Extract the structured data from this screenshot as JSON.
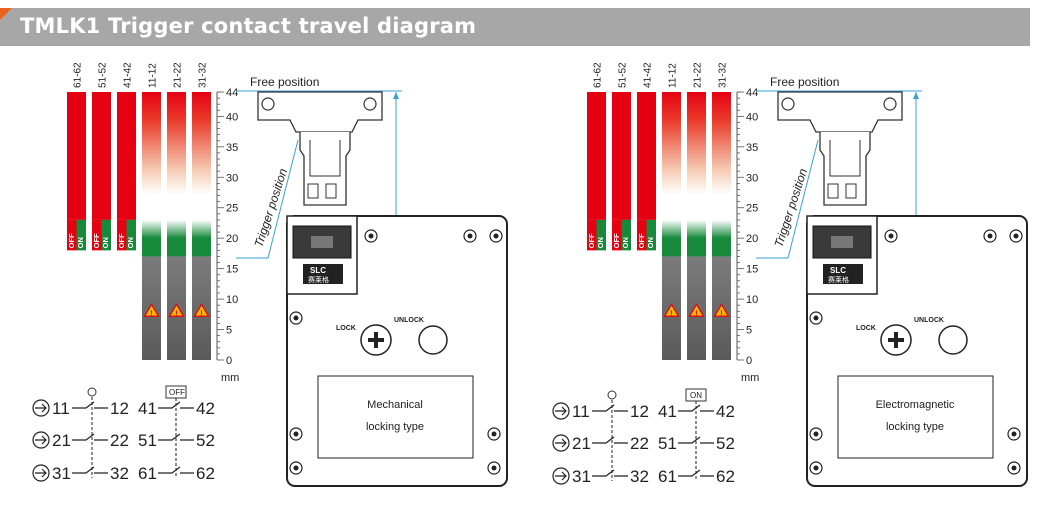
{
  "header": {
    "title": "TMLK1 Trigger contact travel diagram"
  },
  "scale": {
    "ticks": [
      "0",
      "5",
      "10",
      "15",
      "20",
      "25",
      "30",
      "35",
      "40",
      "44"
    ],
    "unit": "mm"
  },
  "labels": {
    "free_position": "Free position",
    "trigger_position": "Trigger position",
    "off": "OFF",
    "on": "ON"
  },
  "device": {
    "brand": "SLC",
    "brand_cn": "赛莱格",
    "lock": "LOCK",
    "unlock": "UNLOCK"
  },
  "diagrams": [
    {
      "columns": [
        "61-62",
        "51-52",
        "41-42",
        "11-12",
        "21-22",
        "31-32"
      ],
      "locking_type_line1": "Mechanical",
      "locking_type_line2": "locking type",
      "state_marker": "OFF",
      "circuits": [
        {
          "a": "11",
          "b": "12",
          "c": "41",
          "d": "42"
        },
        {
          "a": "21",
          "b": "22",
          "c": "51",
          "d": "52"
        },
        {
          "a": "31",
          "b": "32",
          "c": "61",
          "d": "62"
        }
      ]
    },
    {
      "columns": [
        "61-62",
        "51-52",
        "41-42",
        "11-12",
        "21-22",
        "31-32"
      ],
      "locking_type_line1": "Electromagnetic",
      "locking_type_line2": "locking type",
      "state_marker": "ON",
      "circuits": [
        {
          "a": "11",
          "b": "12",
          "c": "41",
          "d": "42"
        },
        {
          "a": "21",
          "b": "22",
          "c": "51",
          "d": "52"
        },
        {
          "a": "31",
          "b": "32",
          "c": "61",
          "d": "62"
        }
      ]
    }
  ],
  "colors": {
    "red": "#e50012",
    "green": "#16893a",
    "gray": "#6f6f6f",
    "blue": "#3aa0dc",
    "title_bg": "#a7a7a7",
    "accent": "#e8641c"
  }
}
